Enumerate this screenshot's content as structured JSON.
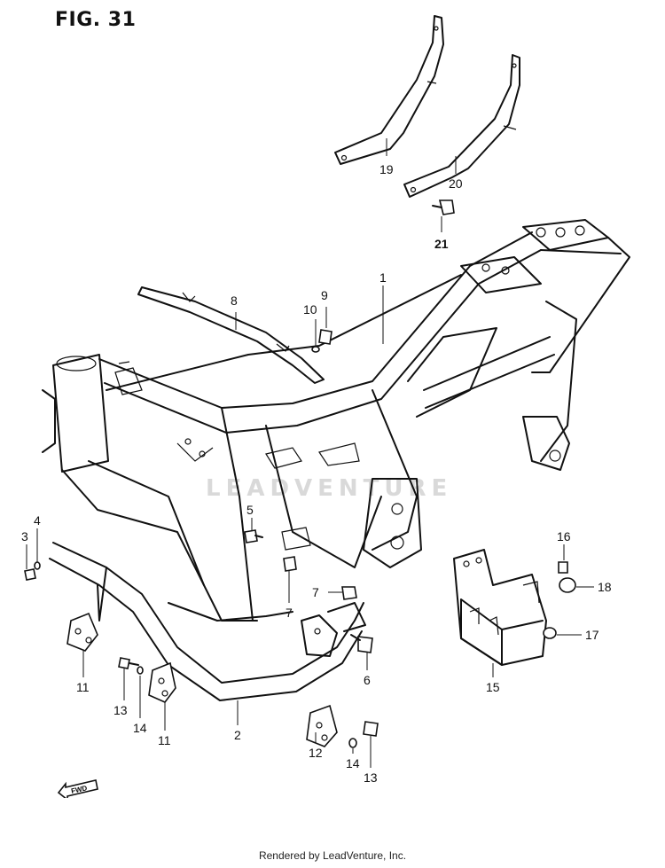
{
  "figure": {
    "title": "FIG. 31"
  },
  "watermark": "LEADVENTURE",
  "footer": "Rendered by LeadVenture, Inc.",
  "fwd_label": "FWD",
  "callouts": [
    {
      "id": "c1",
      "label": "1"
    },
    {
      "id": "c2",
      "label": "2"
    },
    {
      "id": "c3",
      "label": "3"
    },
    {
      "id": "c4",
      "label": "4"
    },
    {
      "id": "c5",
      "label": "5"
    },
    {
      "id": "c6",
      "label": "6"
    },
    {
      "id": "c7a",
      "label": "7"
    },
    {
      "id": "c7b",
      "label": "7"
    },
    {
      "id": "c8",
      "label": "8"
    },
    {
      "id": "c9",
      "label": "9"
    },
    {
      "id": "c10",
      "label": "10"
    },
    {
      "id": "c11a",
      "label": "11"
    },
    {
      "id": "c11b",
      "label": "11"
    },
    {
      "id": "c12",
      "label": "12"
    },
    {
      "id": "c13a",
      "label": "13"
    },
    {
      "id": "c13b",
      "label": "13"
    },
    {
      "id": "c14a",
      "label": "14"
    },
    {
      "id": "c14b",
      "label": "14"
    },
    {
      "id": "c15",
      "label": "15"
    },
    {
      "id": "c16",
      "label": "16"
    },
    {
      "id": "c17",
      "label": "17"
    },
    {
      "id": "c18",
      "label": "18"
    },
    {
      "id": "c19",
      "label": "19"
    },
    {
      "id": "c20",
      "label": "20"
    },
    {
      "id": "c21",
      "label": "21"
    }
  ]
}
